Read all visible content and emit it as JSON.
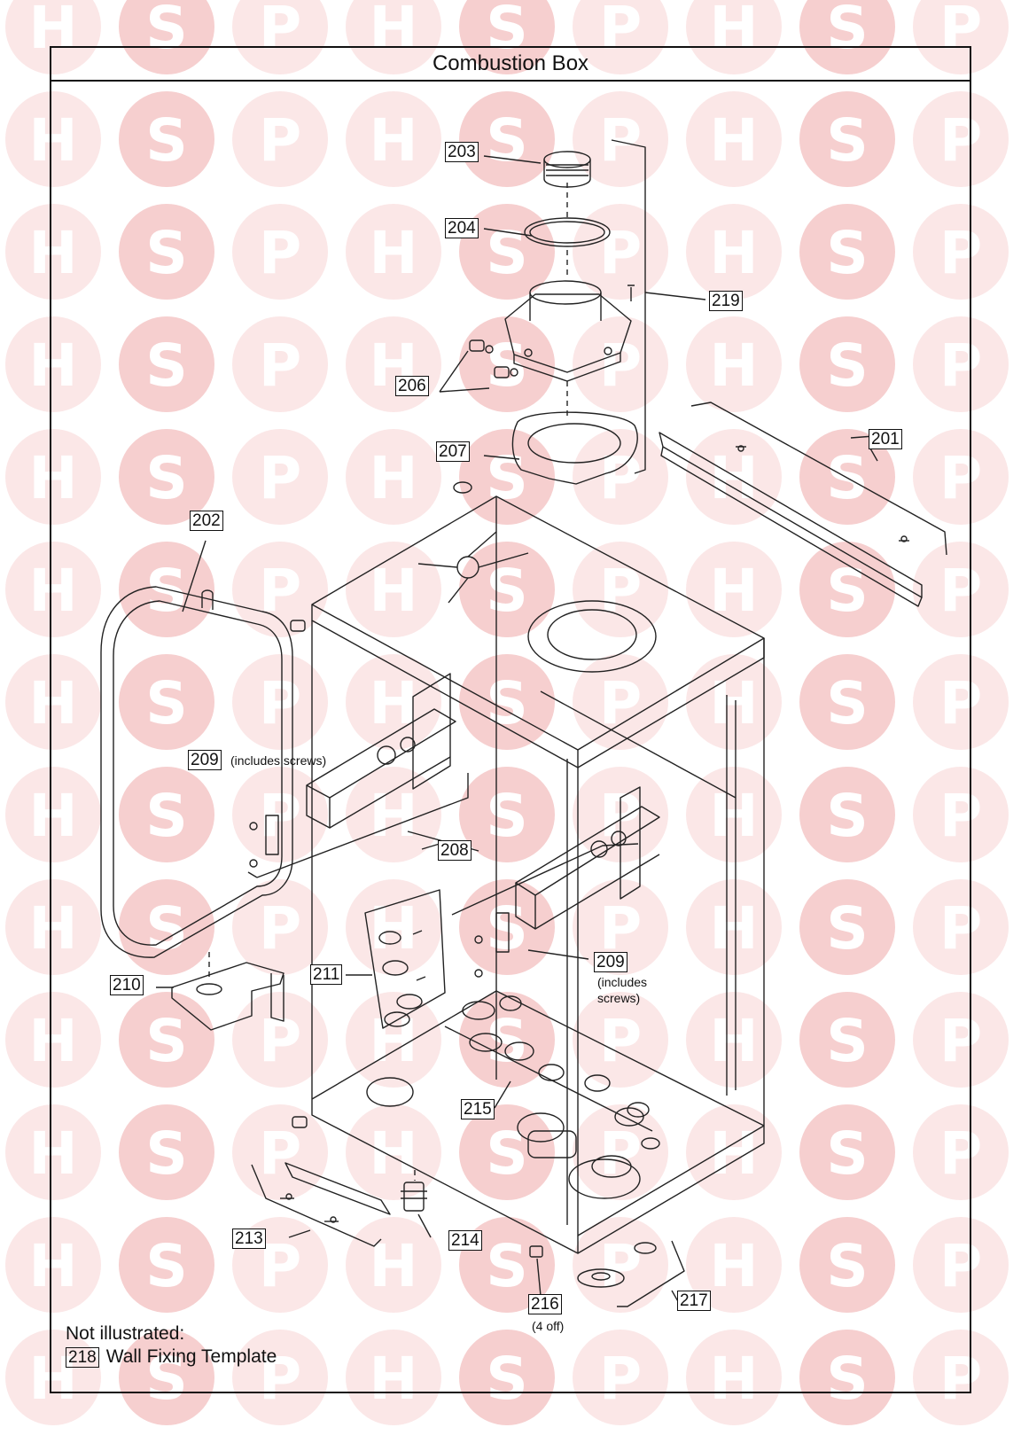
{
  "title": "Combustion Box",
  "watermark_letters": [
    "H",
    "S",
    "P"
  ],
  "colors": {
    "watermark": "#fbe7e7",
    "watermark_accent": "#f6cfcf",
    "line": "#222222"
  },
  "callouts": {
    "c201": "201",
    "c202": "202",
    "c203": "203",
    "c204": "204",
    "c206": "206",
    "c207": "207",
    "c208": "208",
    "c209a": "209",
    "c209b": "209",
    "c210": "210",
    "c211": "211",
    "c213": "213",
    "c214": "214",
    "c215": "215",
    "c216": "216",
    "c217": "217",
    "c219": "219"
  },
  "notes": {
    "n209a": "(includes screws)",
    "n209b_line1": "(includes",
    "n209b_line2": "screws)",
    "n216": "(4 off)"
  },
  "not_illustrated": {
    "heading": "Not illustrated:",
    "items": [
      {
        "number": "218",
        "label": "Wall Fixing Template"
      }
    ]
  }
}
